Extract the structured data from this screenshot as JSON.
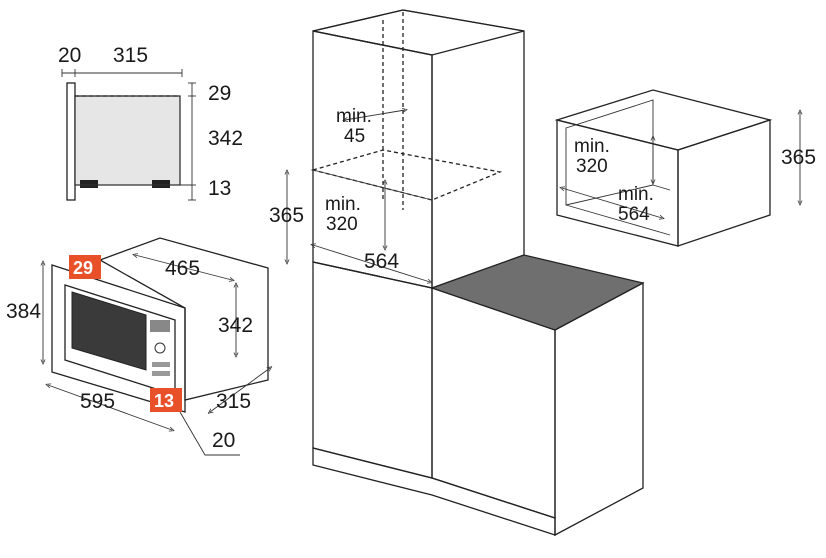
{
  "side_view": {
    "dims": {
      "width_top": "315",
      "front_thickness": "20",
      "top_gap": "29",
      "height": "342",
      "bottom_gap": "13"
    }
  },
  "microwave_3d": {
    "dims": {
      "depth": "465",
      "total_height": "384",
      "body_height": "342",
      "total_width": "595",
      "body_depth": "315",
      "frame": "20"
    },
    "badges": {
      "top": "29",
      "bottom": "13"
    },
    "badge_color": "#e8502a"
  },
  "tall_cabinet": {
    "labels": {
      "min_depth_word": "min.",
      "min_depth_value": "45",
      "min_height_word": "min.",
      "min_height_value": "320",
      "height": "365",
      "width": "564"
    }
  },
  "wall_niche": {
    "labels": {
      "min_height_word": "min.",
      "min_height_value": "320",
      "min_width_word": "min.",
      "min_width_value": "564",
      "height": "365"
    }
  },
  "colors": {
    "fill": "#e6e6e6",
    "countertop": "#6f6f6f",
    "panel": "#efefef"
  }
}
